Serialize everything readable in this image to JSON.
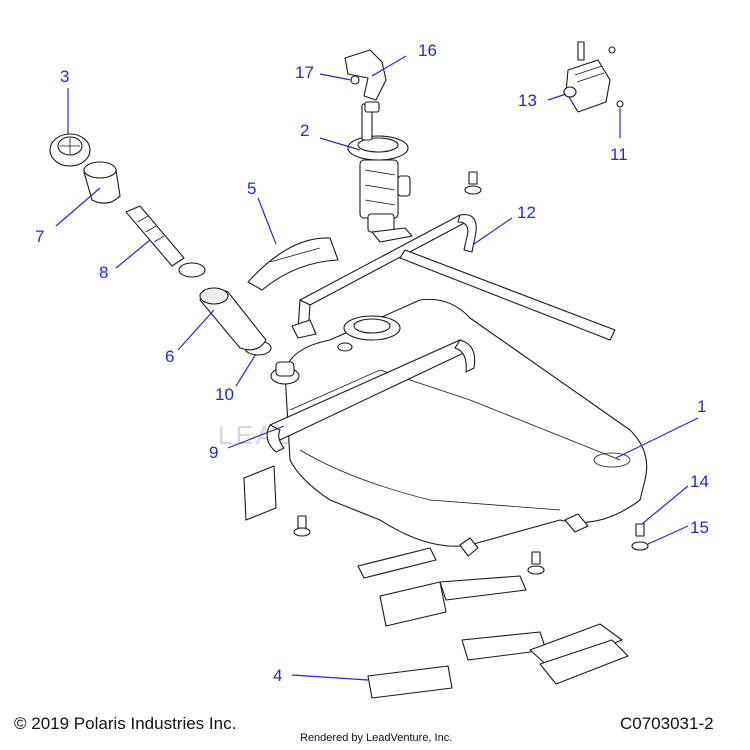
{
  "callouts": {
    "c1": "1",
    "c2": "2",
    "c3": "3",
    "c4": "4",
    "c5": "5",
    "c6": "6",
    "c7": "7",
    "c8": "8",
    "c9": "9",
    "c10": "10",
    "c11": "11",
    "c12": "12",
    "c13": "13",
    "c14": "14",
    "c15": "15",
    "c16": "16",
    "c17": "17"
  },
  "footer": {
    "copyright": "© 2019 Polaris Industries Inc.",
    "rendered_by": "Rendered by LeadVenture, Inc.",
    "diagram_code": "C0703031-2"
  },
  "watermark": "LEADVENTURE",
  "colors": {
    "callout": "#1f2bd6",
    "line": "#1a1a1a"
  }
}
